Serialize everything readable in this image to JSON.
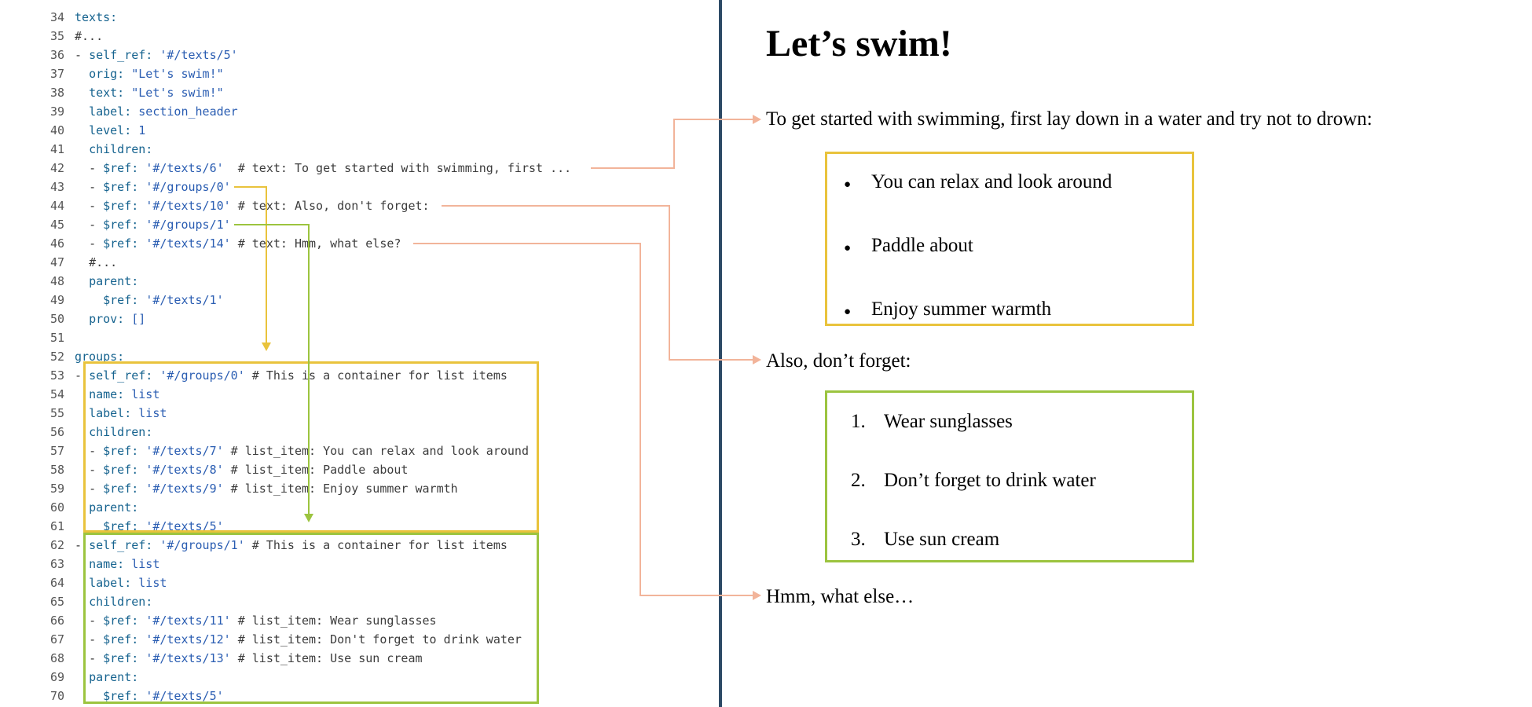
{
  "colors": {
    "salmon_arrow": "#f2b49a",
    "yellow_accent": "#e9c33c",
    "green_accent": "#9cc43f",
    "divider_blue": "#2d4a66",
    "key_color": "#16638f",
    "value_color": "#2a5db2",
    "comment_color": "#3c3c3c",
    "dash_color": "#333333",
    "line_number_color": "#555555"
  },
  "editor": {
    "lines": [
      {
        "n": 34,
        "seg": [
          [
            "k",
            "texts:"
          ]
        ]
      },
      {
        "n": 35,
        "seg": [
          [
            "c",
            "#..."
          ]
        ]
      },
      {
        "n": 36,
        "seg": [
          [
            "d",
            "- "
          ],
          [
            "k",
            "self_ref: "
          ],
          [
            "s",
            "'#/texts/5'"
          ]
        ]
      },
      {
        "n": 37,
        "seg": [
          [
            "p",
            "  "
          ],
          [
            "k",
            "orig: "
          ],
          [
            "s",
            "\"Let's swim!\""
          ]
        ]
      },
      {
        "n": 38,
        "seg": [
          [
            "p",
            "  "
          ],
          [
            "k",
            "text: "
          ],
          [
            "s",
            "\"Let's swim!\""
          ]
        ]
      },
      {
        "n": 39,
        "seg": [
          [
            "p",
            "  "
          ],
          [
            "k",
            "label: "
          ],
          [
            "s",
            "section_header"
          ]
        ]
      },
      {
        "n": 40,
        "seg": [
          [
            "p",
            "  "
          ],
          [
            "k",
            "level: "
          ],
          [
            "s",
            "1"
          ]
        ]
      },
      {
        "n": 41,
        "seg": [
          [
            "p",
            "  "
          ],
          [
            "k",
            "children:"
          ]
        ]
      },
      {
        "n": 42,
        "seg": [
          [
            "p",
            "  "
          ],
          [
            "d",
            "- "
          ],
          [
            "k",
            "$ref: "
          ],
          [
            "s",
            "'#/texts/6'"
          ],
          [
            "c",
            "  # text: To get started with swimming, first ..."
          ]
        ]
      },
      {
        "n": 43,
        "seg": [
          [
            "p",
            "  "
          ],
          [
            "d",
            "- "
          ],
          [
            "k",
            "$ref: "
          ],
          [
            "s",
            "'#/groups/0'"
          ]
        ]
      },
      {
        "n": 44,
        "seg": [
          [
            "p",
            "  "
          ],
          [
            "d",
            "- "
          ],
          [
            "k",
            "$ref: "
          ],
          [
            "s",
            "'#/texts/10'"
          ],
          [
            "c",
            " # text: Also, don't forget:"
          ]
        ]
      },
      {
        "n": 45,
        "seg": [
          [
            "p",
            "  "
          ],
          [
            "d",
            "- "
          ],
          [
            "k",
            "$ref: "
          ],
          [
            "s",
            "'#/groups/1'"
          ]
        ]
      },
      {
        "n": 46,
        "seg": [
          [
            "p",
            "  "
          ],
          [
            "d",
            "- "
          ],
          [
            "k",
            "$ref: "
          ],
          [
            "s",
            "'#/texts/14'"
          ],
          [
            "c",
            " # text: Hmm, what else?"
          ]
        ]
      },
      {
        "n": 47,
        "seg": [
          [
            "p",
            "  "
          ],
          [
            "c",
            "#..."
          ]
        ]
      },
      {
        "n": 48,
        "seg": [
          [
            "p",
            "  "
          ],
          [
            "k",
            "parent:"
          ]
        ]
      },
      {
        "n": 49,
        "seg": [
          [
            "p",
            "    "
          ],
          [
            "k",
            "$ref: "
          ],
          [
            "s",
            "'#/texts/1'"
          ]
        ]
      },
      {
        "n": 50,
        "seg": [
          [
            "p",
            "  "
          ],
          [
            "k",
            "prov: "
          ],
          [
            "s",
            "[]"
          ]
        ]
      },
      {
        "n": 51,
        "seg": []
      },
      {
        "n": 52,
        "seg": [
          [
            "k",
            "groups:"
          ]
        ]
      },
      {
        "n": 53,
        "seg": [
          [
            "d",
            "- "
          ],
          [
            "k",
            "self_ref: "
          ],
          [
            "s",
            "'#/groups/0'"
          ],
          [
            "c",
            " # This is a container for list items"
          ]
        ]
      },
      {
        "n": 54,
        "seg": [
          [
            "p",
            "  "
          ],
          [
            "k",
            "name: "
          ],
          [
            "s",
            "list"
          ]
        ]
      },
      {
        "n": 55,
        "seg": [
          [
            "p",
            "  "
          ],
          [
            "k",
            "label: "
          ],
          [
            "s",
            "list"
          ]
        ]
      },
      {
        "n": 56,
        "seg": [
          [
            "p",
            "  "
          ],
          [
            "k",
            "children:"
          ]
        ]
      },
      {
        "n": 57,
        "seg": [
          [
            "p",
            "  "
          ],
          [
            "d",
            "- "
          ],
          [
            "k",
            "$ref: "
          ],
          [
            "s",
            "'#/texts/7'"
          ],
          [
            "c",
            " # list_item: You can relax and look around"
          ]
        ]
      },
      {
        "n": 58,
        "seg": [
          [
            "p",
            "  "
          ],
          [
            "d",
            "- "
          ],
          [
            "k",
            "$ref: "
          ],
          [
            "s",
            "'#/texts/8'"
          ],
          [
            "c",
            " # list_item: Paddle about"
          ]
        ]
      },
      {
        "n": 59,
        "seg": [
          [
            "p",
            "  "
          ],
          [
            "d",
            "- "
          ],
          [
            "k",
            "$ref: "
          ],
          [
            "s",
            "'#/texts/9'"
          ],
          [
            "c",
            " # list_item: Enjoy summer warmth"
          ]
        ]
      },
      {
        "n": 60,
        "seg": [
          [
            "p",
            "  "
          ],
          [
            "k",
            "parent:"
          ]
        ]
      },
      {
        "n": 61,
        "seg": [
          [
            "p",
            "    "
          ],
          [
            "k",
            "$ref: "
          ],
          [
            "s",
            "'#/texts/5'"
          ]
        ]
      },
      {
        "n": 62,
        "seg": [
          [
            "d",
            "- "
          ],
          [
            "k",
            "self_ref: "
          ],
          [
            "s",
            "'#/groups/1'"
          ],
          [
            "c",
            " # This is a container for list items"
          ]
        ]
      },
      {
        "n": 63,
        "seg": [
          [
            "p",
            "  "
          ],
          [
            "k",
            "name: "
          ],
          [
            "s",
            "list"
          ]
        ]
      },
      {
        "n": 64,
        "seg": [
          [
            "p",
            "  "
          ],
          [
            "k",
            "label: "
          ],
          [
            "s",
            "list"
          ]
        ]
      },
      {
        "n": 65,
        "seg": [
          [
            "p",
            "  "
          ],
          [
            "k",
            "children:"
          ]
        ]
      },
      {
        "n": 66,
        "seg": [
          [
            "p",
            "  "
          ],
          [
            "d",
            "- "
          ],
          [
            "k",
            "$ref: "
          ],
          [
            "s",
            "'#/texts/11'"
          ],
          [
            "c",
            " # list_item: Wear sunglasses"
          ]
        ]
      },
      {
        "n": 67,
        "seg": [
          [
            "p",
            "  "
          ],
          [
            "d",
            "- "
          ],
          [
            "k",
            "$ref: "
          ],
          [
            "s",
            "'#/texts/12'"
          ],
          [
            "c",
            " # list_item: Don't forget to drink water"
          ]
        ]
      },
      {
        "n": 68,
        "seg": [
          [
            "p",
            "  "
          ],
          [
            "d",
            "- "
          ],
          [
            "k",
            "$ref: "
          ],
          [
            "s",
            "'#/texts/13'"
          ],
          [
            "c",
            " # list_item: Use sun cream"
          ]
        ]
      },
      {
        "n": 69,
        "seg": [
          [
            "p",
            "  "
          ],
          [
            "k",
            "parent:"
          ]
        ]
      },
      {
        "n": 70,
        "seg": [
          [
            "p",
            "    "
          ],
          [
            "k",
            "$ref: "
          ],
          [
            "s",
            "'#/texts/5'"
          ]
        ]
      }
    ]
  },
  "preview": {
    "title": "Let’s swim!",
    "intro": "To get started with swimming, first lay down in a water and try not to drown:",
    "bullet_list": [
      "You can relax and look around",
      "Paddle about",
      "Enjoy summer warmth"
    ],
    "second_para": "Also, don’t forget:",
    "numbered_list": [
      "Wear sunglasses",
      "Don’t forget to drink water",
      "Use sun cream"
    ],
    "third_para": "Hmm, what else…"
  }
}
